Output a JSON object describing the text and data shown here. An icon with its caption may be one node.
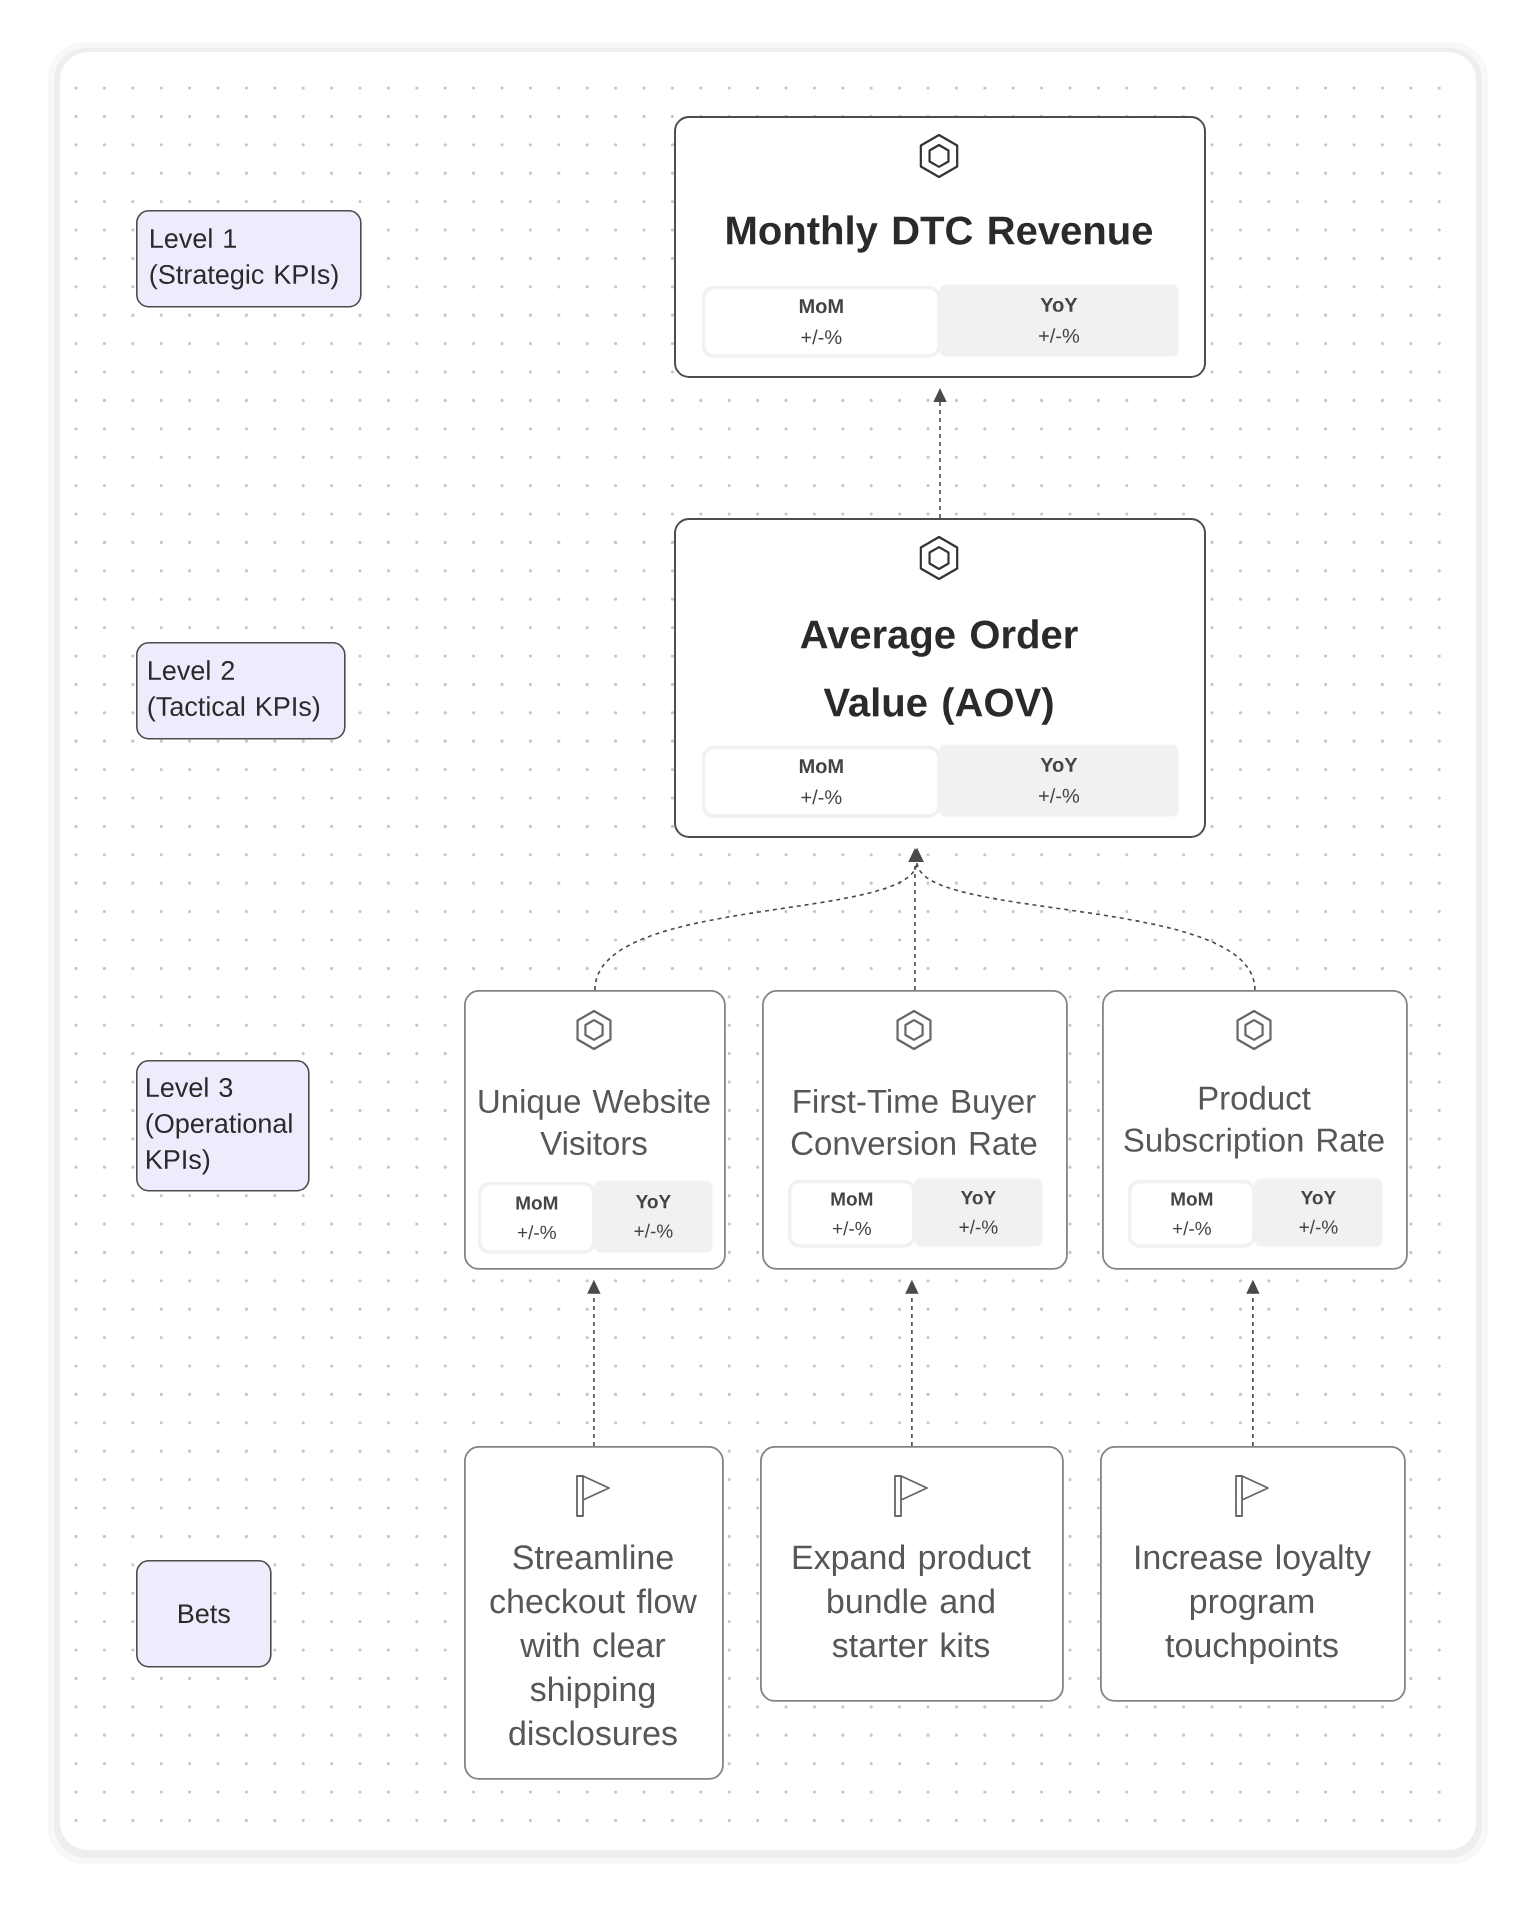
{
  "diagram": {
    "nodes": [
      {
        "text": [
          "Level 1 (Strategic KPIs)"
        ]
      },
      {
        "text": [
          "Monthly DTC Revenue"
        ]
      },
      {
        "text": [
          "MoM",
          "+/-%"
        ],
        "in": 1
      },
      {
        "text": [
          "YoY",
          "+/-%"
        ],
        "in": 1
      },
      {
        "text": [
          "Level 2 (Tactical KPIs)"
        ]
      },
      {
        "text": [
          "Average Order Value (AOV)"
        ]
      },
      {
        "text": [
          "MoM",
          "+/-%"
        ],
        "in": 5
      },
      {
        "text": [
          "YoY",
          "+/-%"
        ],
        "in": 5
      },
      {
        "text": [
          "Level 3 (Operational KPIs)"
        ]
      },
      {
        "text": [
          "Unique Website Visitors"
        ]
      },
      {
        "text": [
          "MoM",
          "+/-%"
        ],
        "in": 9
      },
      {
        "text": [
          "YoY",
          "+/-%"
        ],
        "in": 9
      },
      {
        "text": [
          "First-Time Buyer Conversion Rate"
        ]
      },
      {
        "text": [
          "MoM",
          "+/-%"
        ],
        "in": 12
      },
      {
        "text": [
          "YoY",
          "+/-%"
        ],
        "in": 12
      },
      {
        "text": [
          "Product Subscription Rate"
        ]
      },
      {
        "text": [
          "MoM",
          "+/-%"
        ],
        "in": 15
      },
      {
        "text": [
          "YoY",
          "+/-%"
        ],
        "in": 15
      },
      {
        "text": [
          "Bets"
        ]
      },
      {
        "text": [
          "Streamline checkout flow with clear shipping disclosures"
        ]
      },
      {
        "text": [
          "Expand product bundle and starter kits"
        ]
      },
      {
        "text": [
          "Increase loyalty program touchpoints"
        ]
      }
    ],
    "edges": [
      {
        "from": 5,
        "to": 1,
        "arrow": "to",
        "style": "dashed"
      },
      {
        "from": 9,
        "to": 5,
        "arrow": "to",
        "style": "dashed"
      },
      {
        "from": 12,
        "to": 5,
        "arrow": "to",
        "style": "dashed"
      },
      {
        "from": 15,
        "to": 5,
        "arrow": "to",
        "style": "dashed"
      },
      {
        "from": 19,
        "to": 9,
        "arrow": "to",
        "style": "dashed"
      },
      {
        "from": 20,
        "to": 12,
        "arrow": "to",
        "style": "dashed"
      },
      {
        "from": 21,
        "to": 15,
        "arrow": "to",
        "style": "dashed"
      }
    ]
  }
}
